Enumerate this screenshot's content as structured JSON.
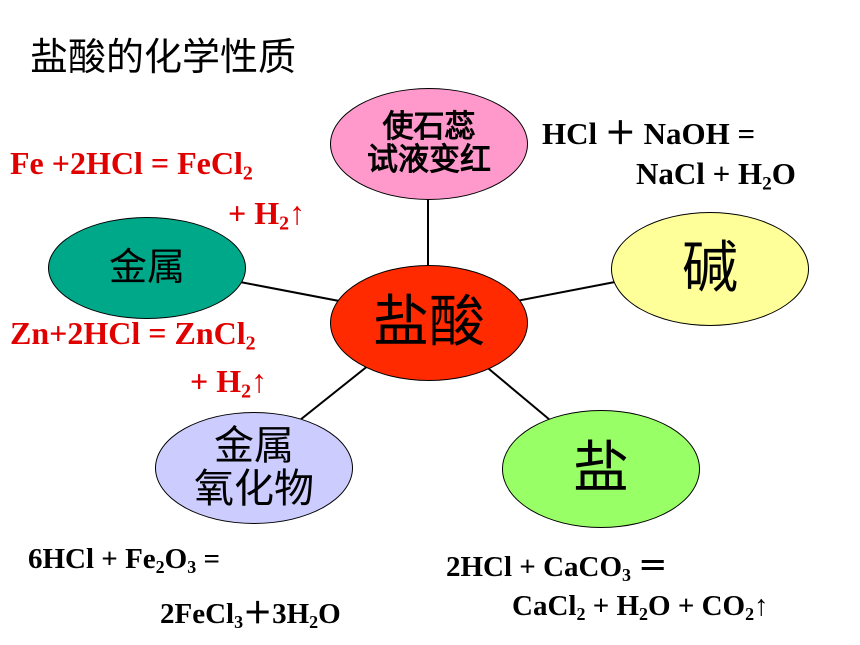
{
  "title": "盐酸的化学性质",
  "center": "盐酸",
  "nodes": {
    "indicator": [
      "使石蕊",
      "试液变红"
    ],
    "metal": "金属",
    "base": "碱",
    "metal_oxide": [
      "金属",
      "氧化物"
    ],
    "salt": "盐"
  },
  "equations": {
    "fe": {
      "l1_a": "Fe +2HCl = FeCl",
      "l1_sub": "2",
      "l2_a": "+ H",
      "l2_sub": "2",
      "l2_b": "↑"
    },
    "zn": {
      "l1_a": "Zn+2HCl = ZnCl",
      "l1_sub": "2",
      "l2_a": "+ H",
      "l2_sub": "2",
      "l2_b": "↑"
    },
    "naoh": {
      "l1": "HCl ＋ NaOH  =",
      "l2_a": "NaCl  +  H",
      "l2_sub": "2",
      "l2_b": "O"
    },
    "fe2o3": {
      "l1_a": "6HCl + Fe",
      "l1_s1": "2",
      "l1_b": "O",
      "l1_s2": "3",
      "l1_c": " =",
      "l2_a": "2FeCl",
      "l2_s1": "3",
      "l2_b": "＋3H",
      "l2_s2": "2",
      "l2_c": "O"
    },
    "caco3": {
      "l1_a": "2HCl + CaCO",
      "l1_s1": "3",
      "l1_b": " ＝",
      "l2_a": "CaCl",
      "l2_s1": "2",
      "l2_b": " + H",
      "l2_s2": "2",
      "l2_c": "O +  CO",
      "l2_s3": "2",
      "l2_d": "↑"
    }
  },
  "colors": {
    "center": "#ff2a00",
    "indicator": "#ff99cc",
    "metal": "#00a88a",
    "base": "#ffff99",
    "metal_oxide": "#ccccff",
    "salt": "#99ff66",
    "red_text": "#e00000"
  }
}
